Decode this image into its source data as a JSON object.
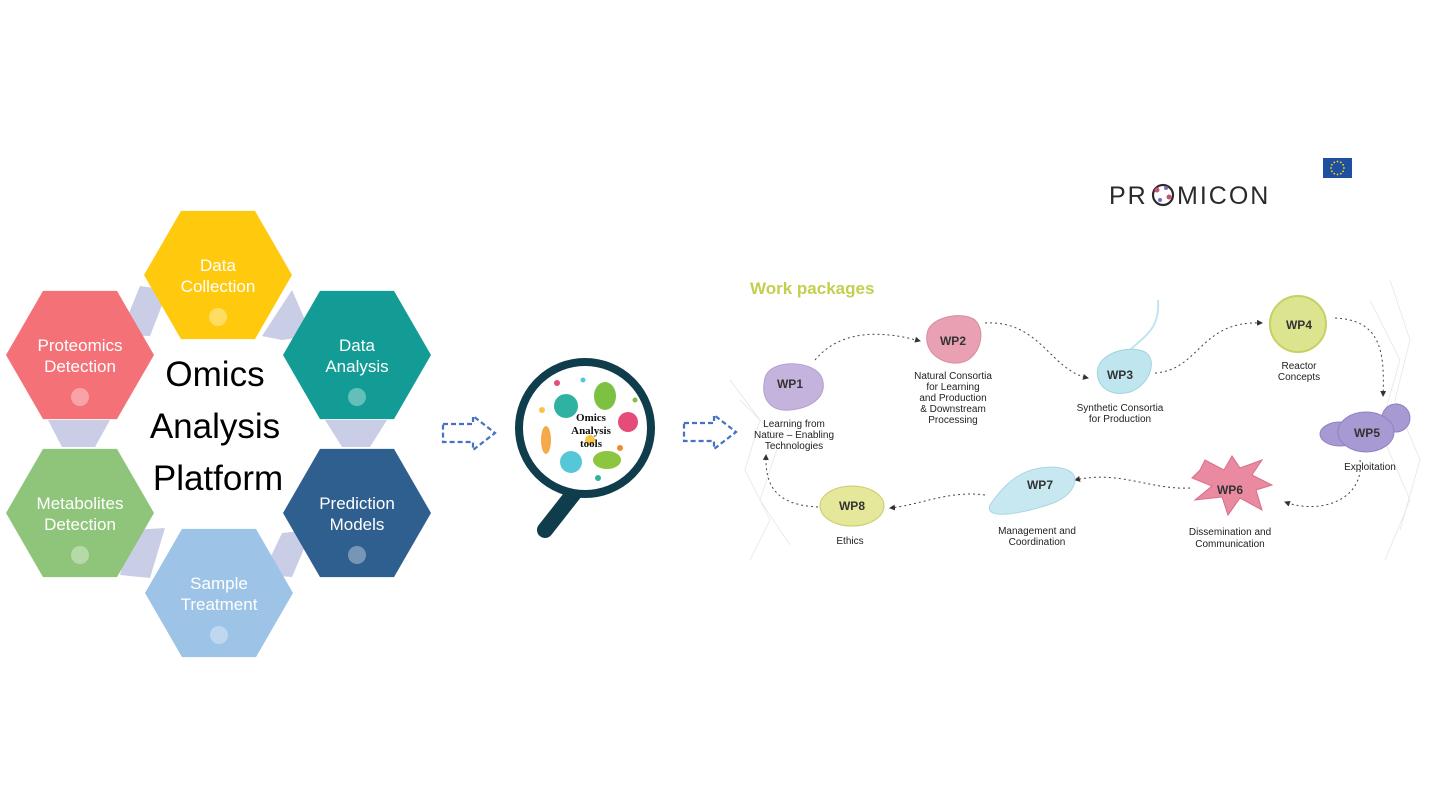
{
  "left_diagram": {
    "center_lines": [
      "Omics",
      "Analysis",
      "Platform"
    ],
    "hexagons": [
      {
        "id": "data-collection",
        "lines": [
          "Data",
          "Collection"
        ],
        "color": "#ffc90e"
      },
      {
        "id": "data-analysis",
        "lines": [
          "Data",
          "Analysis"
        ],
        "color": "#129c95"
      },
      {
        "id": "prediction-models",
        "lines": [
          "Prediction",
          "Models"
        ],
        "color": "#2e5f8f"
      },
      {
        "id": "sample-treatment",
        "lines": [
          "Sample",
          "Treatment"
        ],
        "color": "#9dc3e6"
      },
      {
        "id": "metabolites-detection",
        "lines": [
          "Metabolites",
          "Detection"
        ],
        "color": "#8fc57a"
      },
      {
        "id": "proteomics-detection",
        "lines": [
          "Proteomics",
          "Detection"
        ],
        "color": "#f47277"
      }
    ],
    "connector_color": "#c9cee6"
  },
  "magnifier": {
    "lines": [
      "Omics",
      "Analysis",
      "tools"
    ],
    "rim_color": "#0f3d4c"
  },
  "arrow_color": "#4472c4",
  "work_packages": {
    "title": "Work packages",
    "items": [
      {
        "id": "wp1",
        "label": "WP1",
        "desc": [
          "Learning from",
          "Nature – Enabling",
          "Technologies"
        ],
        "color": "#c4b3dd"
      },
      {
        "id": "wp2",
        "label": "WP2",
        "desc": [
          "Natural Consortia",
          "for Learning",
          "and Production",
          "& Downstream",
          "Processing"
        ],
        "color": "#e9a0b3"
      },
      {
        "id": "wp3",
        "label": "WP3",
        "desc": [
          "Synthetic Consortia",
          "for Production"
        ],
        "color": "#bfe6ee"
      },
      {
        "id": "wp4",
        "label": "WP4",
        "desc": [
          "Reactor",
          "Concepts"
        ],
        "color": "#dde48f"
      },
      {
        "id": "wp5",
        "label": "WP5",
        "desc": [
          "Exploitation"
        ],
        "color": "#a79ad3"
      },
      {
        "id": "wp6",
        "label": "WP6",
        "desc": [
          "Dissemination and",
          "Communication"
        ],
        "color": "#ea8aa1"
      },
      {
        "id": "wp7",
        "label": "WP7",
        "desc": [
          "Management and",
          "Coordination"
        ],
        "color": "#c8e8f1"
      },
      {
        "id": "wp8",
        "label": "WP8",
        "desc": [
          "Ethics"
        ],
        "color": "#e5e79a"
      }
    ]
  },
  "logo": {
    "text_before": "PR",
    "text_after": "MICON",
    "flag_color": "#1f4fa0",
    "star_color": "#ffdd00"
  }
}
